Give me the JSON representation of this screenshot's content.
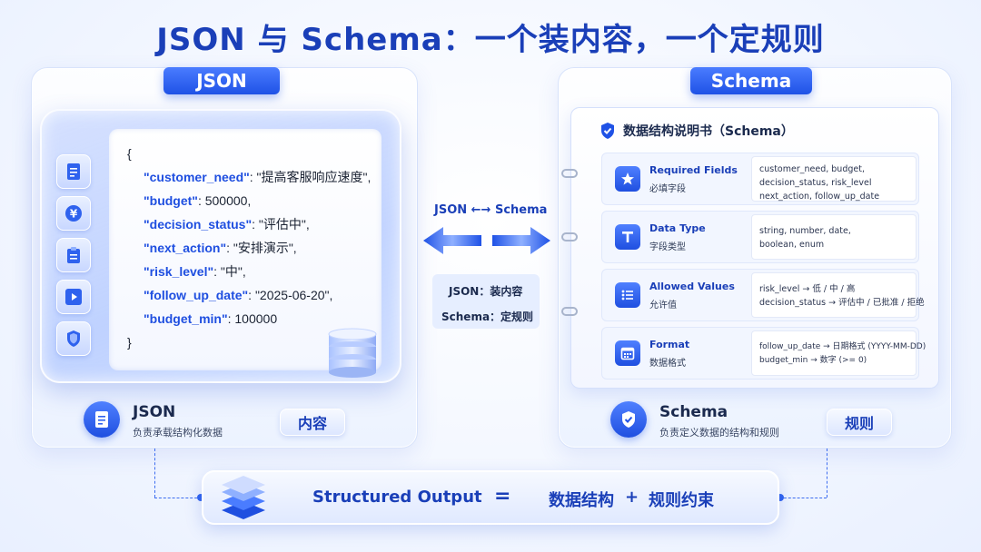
{
  "title": "JSON 与 Schema：一个装内容，一个定规则",
  "json_panel": {
    "tab": "JSON",
    "code": {
      "open": "{",
      "close": "}",
      "lines": [
        {
          "key": "\"customer_need\"",
          "sep": ": ",
          "value": "\"提高客服响应速度\","
        },
        {
          "key": "\"budget\"",
          "sep": ": ",
          "value": "500000,"
        },
        {
          "key": "\"decision_status\"",
          "sep": ": ",
          "value": "\"评估中\","
        },
        {
          "key": "\"next_action\"",
          "sep": ": ",
          "value": "\"安排演示\","
        },
        {
          "key": "\"risk_level\"",
          "sep": ": ",
          "value": "\"中\","
        },
        {
          "key": "\"follow_up_date\"",
          "sep": ": ",
          "value": "\"2025-06-20\","
        },
        {
          "key": "\"budget_min\"",
          "sep": ": ",
          "value": "100000"
        }
      ]
    },
    "side_icons": [
      "document-icon",
      "yen-coin-icon",
      "clipboard-icon",
      "play-icon",
      "shield-icon"
    ],
    "footer_title": "JSON",
    "footer_sub": "负责承载结构化数据",
    "badge": "内容"
  },
  "middle": {
    "arrow_label": "JSON ←→ Schema",
    "line1": "JSON：装内容",
    "line2": "Schema：定规则"
  },
  "schema_panel": {
    "tab": "Schema",
    "header": "数据结构说明书（Schema）",
    "rows": [
      {
        "icon": "star-icon",
        "title": "Required Fields",
        "sub": "必填字段",
        "details": [
          "customer_need,  budget,",
          "decision_status,  risk_level",
          "next_action,  follow_up_date"
        ]
      },
      {
        "icon": "type-t-icon",
        "title": "Data Type",
        "sub": "字段类型",
        "details": [
          "string,  number,  date,",
          "boolean,  enum"
        ]
      },
      {
        "icon": "list-icon",
        "title": "Allowed Values",
        "sub": "允许值",
        "details": [
          "risk_level → 低 / 中 / 高",
          "decision_status → 评估中 / 已批准 / 拒绝"
        ]
      },
      {
        "icon": "calendar-icon",
        "title": "Format",
        "sub": "数据格式",
        "details": [
          "follow_up_date → 日期格式 (YYYY-MM-DD)",
          "budget_min → 数字 (>= 0)"
        ]
      }
    ],
    "footer_title": "Schema",
    "footer_sub": "负责定义数据的结构和规则",
    "badge": "规则"
  },
  "bottom": {
    "left": "Structured Output",
    "equals": "=",
    "right_a": "数据结构",
    "plus": "+",
    "right_b": "规则约束"
  },
  "colors": {
    "accent": "#1f52e6",
    "title": "#1a3fb8"
  }
}
